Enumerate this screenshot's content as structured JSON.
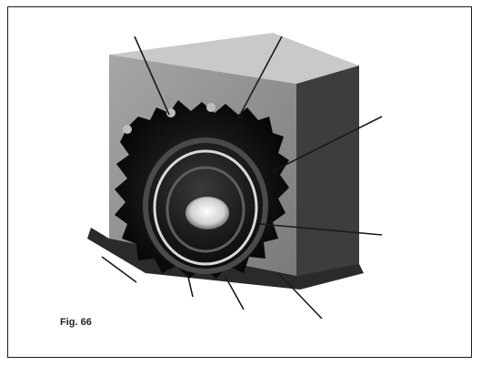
{
  "figure": {
    "label": "Fig. 66",
    "colors": {
      "block_front": "#8e8e8e",
      "block_side": "#3d3d3d",
      "block_top": "#c9c9c9",
      "cavity": "#101010",
      "ring": "#d9d9d9",
      "core": "#f2f2f2"
    }
  },
  "callouts": [
    {
      "id": "top-left",
      "text": ""
    },
    {
      "id": "top-center",
      "text": ""
    },
    {
      "id": "right-upper",
      "text": ""
    },
    {
      "id": "right-middle",
      "text": ""
    },
    {
      "id": "bottom-left",
      "text": ""
    },
    {
      "id": "bottom-center-left",
      "text": ""
    },
    {
      "id": "bottom-center",
      "text": ""
    },
    {
      "id": "bottom-right",
      "text": ""
    }
  ]
}
